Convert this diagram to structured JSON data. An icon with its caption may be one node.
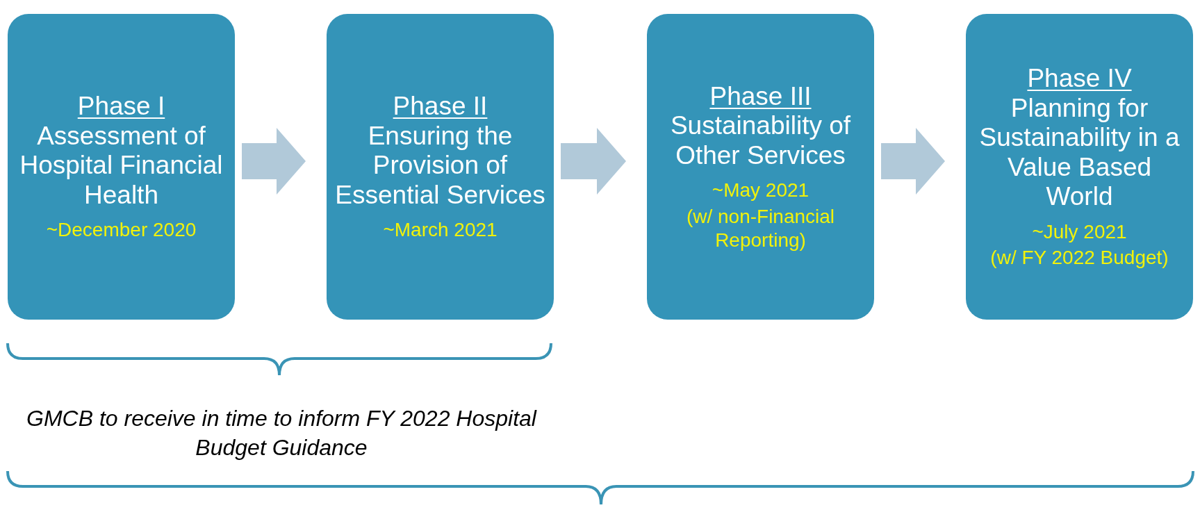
{
  "diagram": {
    "nodes": [
      {
        "text": [
          "Phase I",
          "Assessment of Hospital Financial Health",
          "~December 2020"
        ]
      },
      {
        "text": [
          "Phase II",
          "Ensuring the Provision of Essential Services",
          "~March 2021"
        ]
      },
      {
        "text": [
          "Phase III",
          "Sustainability of Other Services",
          "~May 2021",
          "(w/ non-Financial Reporting)"
        ]
      },
      {
        "text": [
          "Phase IV",
          "Planning for Sustainability in a Value Based World",
          "~July 2021",
          "(w/ FY 2022 Budget)"
        ]
      }
    ],
    "edges": [
      {
        "from": 0,
        "to": 1,
        "arrow": "to"
      },
      {
        "from": 1,
        "to": 2,
        "arrow": "to"
      },
      {
        "from": 2,
        "to": 3,
        "arrow": "to"
      }
    ],
    "labels": [
      "GMCB to receive in time to inform FY 2022 Hospital Budget Guidance"
    ]
  }
}
